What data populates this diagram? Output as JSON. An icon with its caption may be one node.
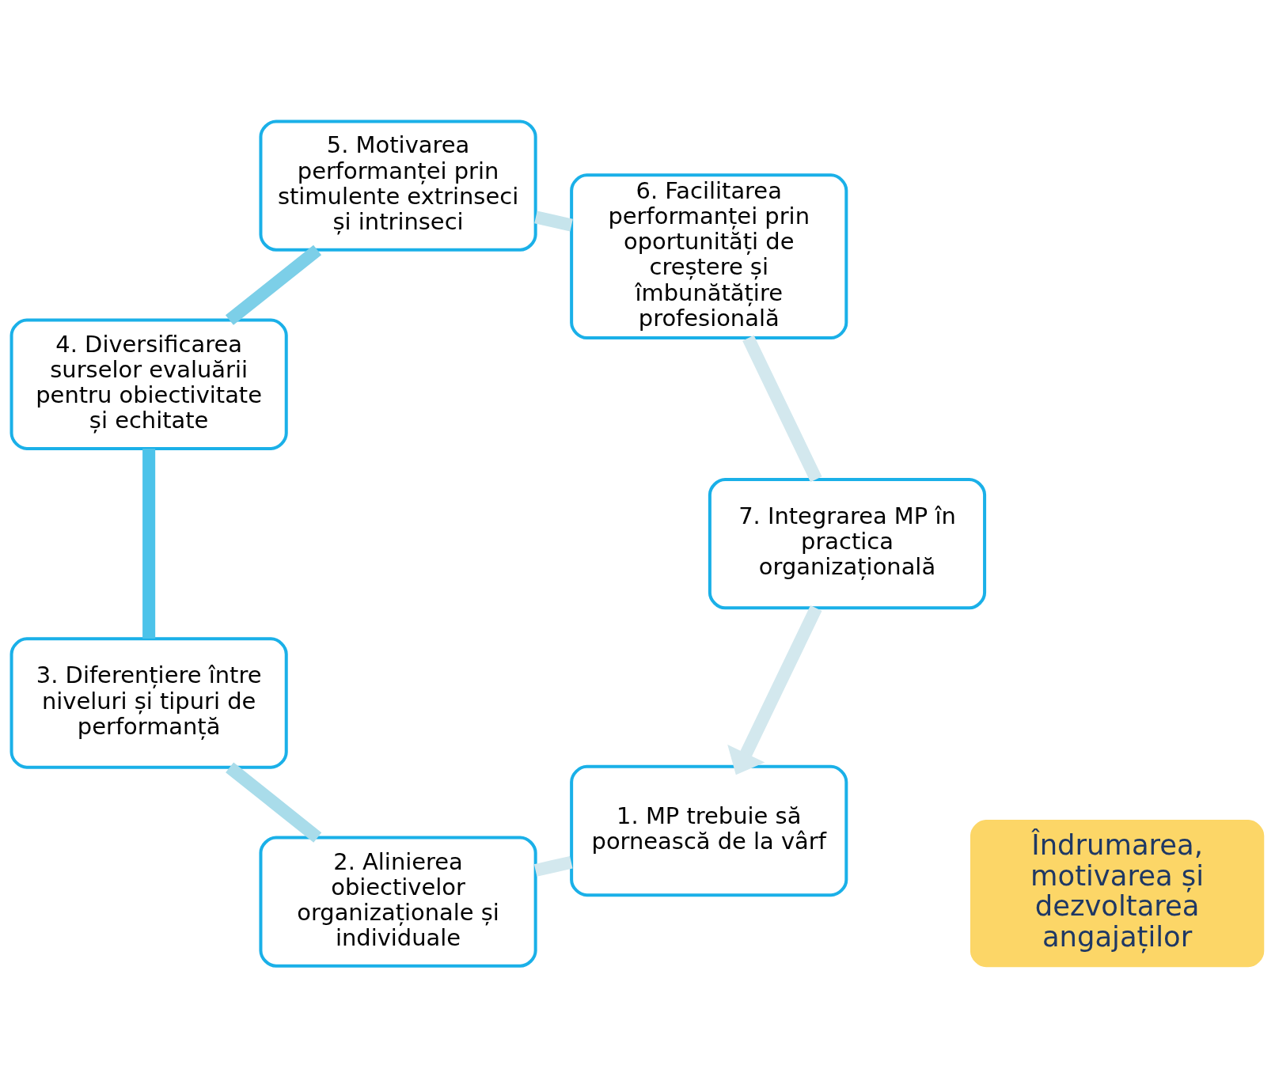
{
  "diagram": {
    "nodes": [
      {
        "text": [
          "1. MP trebuie să pornească de la vârf"
        ]
      },
      {
        "text": [
          "2. Alinierea obiectivelor organizaționale și individuale"
        ]
      },
      {
        "text": [
          "3. Diferențiere între niveluri și tipuri de performanță"
        ]
      },
      {
        "text": [
          "4. Diversificarea surselor evaluării pentru obiectivitate și echitate"
        ]
      },
      {
        "text": [
          "5. Motivarea performanței prin stimulente extrinseci și intrinseci"
        ]
      },
      {
        "text": [
          "6. Facilitarea performanței prin oportunități de creștere și îmbunătățire profesională"
        ]
      },
      {
        "text": [
          "7. Integrarea MP în practica organizațională"
        ]
      },
      {
        "text": [
          "Îndrumarea, motivarea și dezvoltarea angajaților"
        ]
      }
    ],
    "edges": [
      {
        "from": 0,
        "to": 1,
        "arrow": "none",
        "color": "#d3e8ee"
      },
      {
        "from": 1,
        "to": 2,
        "arrow": "none",
        "color": "#a9dcea"
      },
      {
        "from": 2,
        "to": 3,
        "arrow": "none",
        "color": "#4cc3ea"
      },
      {
        "from": 3,
        "to": 4,
        "arrow": "none",
        "color": "#7ccfe8"
      },
      {
        "from": 4,
        "to": 5,
        "arrow": "none",
        "color": "#c6e4ec"
      },
      {
        "from": 5,
        "to": 6,
        "arrow": "none",
        "color": "#d3e8ee"
      },
      {
        "from": 6,
        "to": 0,
        "arrow": "to",
        "color": "#d3e8ee"
      }
    ]
  }
}
